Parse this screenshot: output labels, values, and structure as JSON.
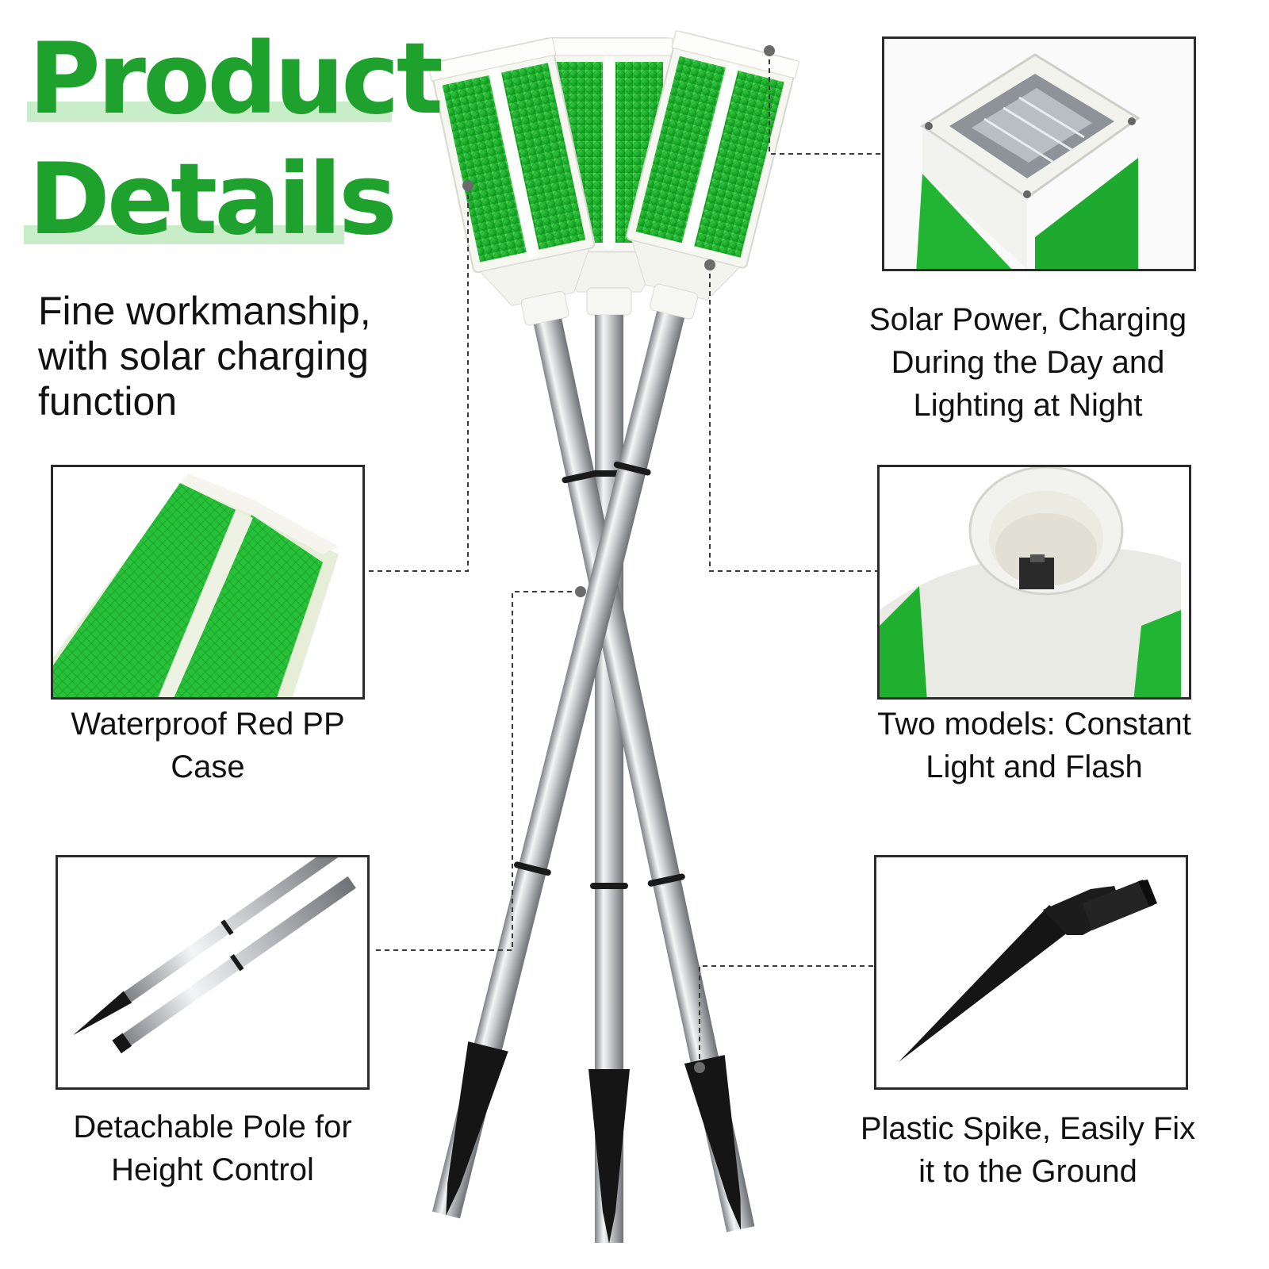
{
  "title": {
    "line1": "Product",
    "line2": "Details"
  },
  "subtitle": "Fine workmanship, with solar charging function",
  "features": {
    "solar": "Solar Power, Charging During the Day and Lighting at Night",
    "case": "Waterproof Red PP Case",
    "models": "Two models: Constant Light and Flash",
    "pole": "Detachable Pole for Height Control",
    "spike": "Plastic Spike, Easily Fix it to the Ground"
  },
  "colors": {
    "brand_green": "#1fa12e",
    "highlight": "#c9ecc9",
    "reflector_green": "#27c13a",
    "pole_steel": "#c7c9cc",
    "spike_black": "#151515",
    "panel_border": "#2b2b2b"
  }
}
